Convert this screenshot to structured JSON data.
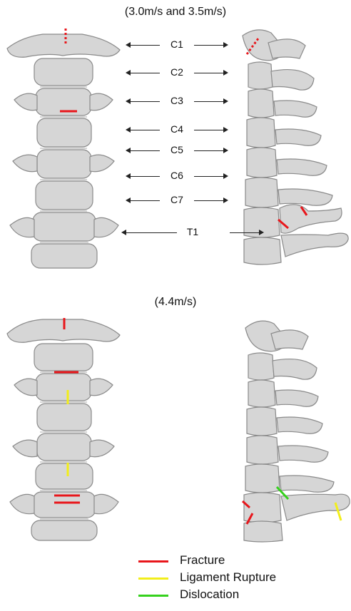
{
  "titles": {
    "top": "(3.0m/s and 3.5m/s)",
    "bottom": "(4.4m/s)"
  },
  "levels": [
    "C1",
    "C2",
    "C3",
    "C4",
    "C5",
    "C6",
    "C7",
    "T1"
  ],
  "legend": {
    "items": [
      {
        "label": "Fracture",
        "color": "#e8161b"
      },
      {
        "label": "Ligament Rupture",
        "color": "#f2ee1a"
      },
      {
        "label": "Dislocation",
        "color": "#35d11d"
      }
    ]
  },
  "colors": {
    "bone": "#d9d9d9",
    "bone_shade": "#b5b5b5",
    "fracture": "#e8161b",
    "ligament": "#f2ee1a",
    "dislocation": "#35d11d"
  }
}
